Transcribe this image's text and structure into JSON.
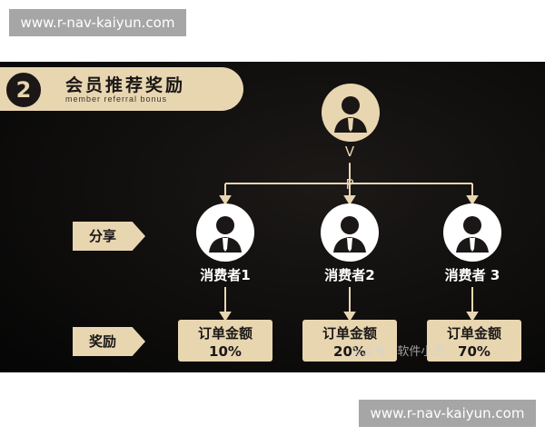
{
  "watermarks": {
    "top": "www.r-nav-kaiyun.com",
    "bottom": "www.r-nav-kaiyun.com"
  },
  "header": {
    "number": "2",
    "title": "会员推荐奖励",
    "subtitle": "member referral bonus"
  },
  "vip": {
    "label": "V I P"
  },
  "row_tags": {
    "share": "分享",
    "reward": "奖励"
  },
  "consumers": [
    {
      "label": "消费者1",
      "reward_title": "订单金额",
      "reward_pct": "10%"
    },
    {
      "label": "消费者2",
      "reward_title": "订单金额",
      "reward_pct": "20%"
    },
    {
      "label": "消费者 3",
      "reward_title": "订单金额",
      "reward_pct": "70%"
    }
  ],
  "overlay_text": "公众号 · 软件小王",
  "colors": {
    "gold": "#e8d6b1",
    "background": "#0e0d0c",
    "connector": "#e8d6b1"
  },
  "icons": [
    "person-icon",
    "connector-arrow"
  ]
}
